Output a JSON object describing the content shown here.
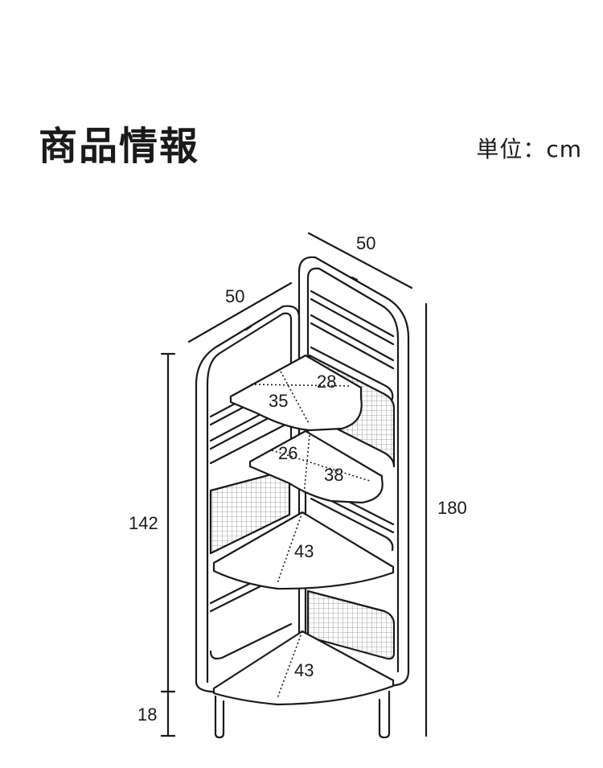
{
  "header": {
    "title": "商品情報",
    "unit": "単位：cm"
  },
  "dimensions": {
    "width_left": "50",
    "width_right": "50",
    "total_height": "180",
    "body_height": "142",
    "leg_height": "18",
    "shelf1_depth": "35",
    "shelf1_width": "28",
    "shelf2_depth": "26",
    "shelf2_width": "38",
    "shelf3_radius": "43",
    "shelf4_radius": "43"
  }
}
